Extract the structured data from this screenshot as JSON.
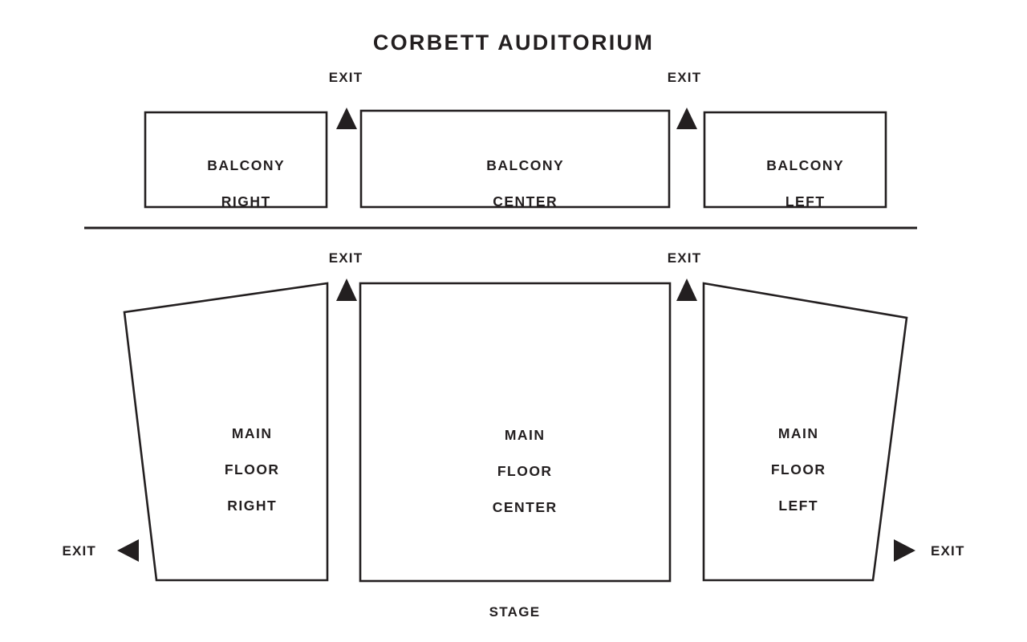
{
  "venue": {
    "title": "CORBETT AUDITORIUM",
    "stage_label": "STAGE"
  },
  "colors": {
    "background": "#ffffff",
    "ink": "#231f20",
    "outline": "#231f20",
    "divider": "#231f20"
  },
  "exits": {
    "balcony_inner_right": "EXIT",
    "balcony_inner_left": "EXIT",
    "main_inner_right": "EXIT",
    "main_inner_left": "EXIT",
    "main_side_right": "EXIT",
    "main_side_left": "EXIT"
  },
  "sections": {
    "balcony_right": {
      "line1": "BALCONY",
      "line2": "RIGHT",
      "line3": ""
    },
    "balcony_center": {
      "line1": "BALCONY",
      "line2": "CENTER",
      "line3": ""
    },
    "balcony_left": {
      "line1": "BALCONY",
      "line2": "LEFT",
      "line3": ""
    },
    "main_floor_right": {
      "line1": "MAIN",
      "line2": "FLOOR",
      "line3": "RIGHT"
    },
    "main_floor_center": {
      "line1": "MAIN",
      "line2": "FLOOR",
      "line3": "CENTER"
    },
    "main_floor_left": {
      "line1": "MAIN",
      "line2": "FLOOR",
      "line3": "LEFT"
    }
  },
  "icons": {
    "exit_arrow_up": "triangle-up-icon",
    "exit_arrow_left": "triangle-left-icon",
    "exit_arrow_right": "triangle-right-icon"
  }
}
